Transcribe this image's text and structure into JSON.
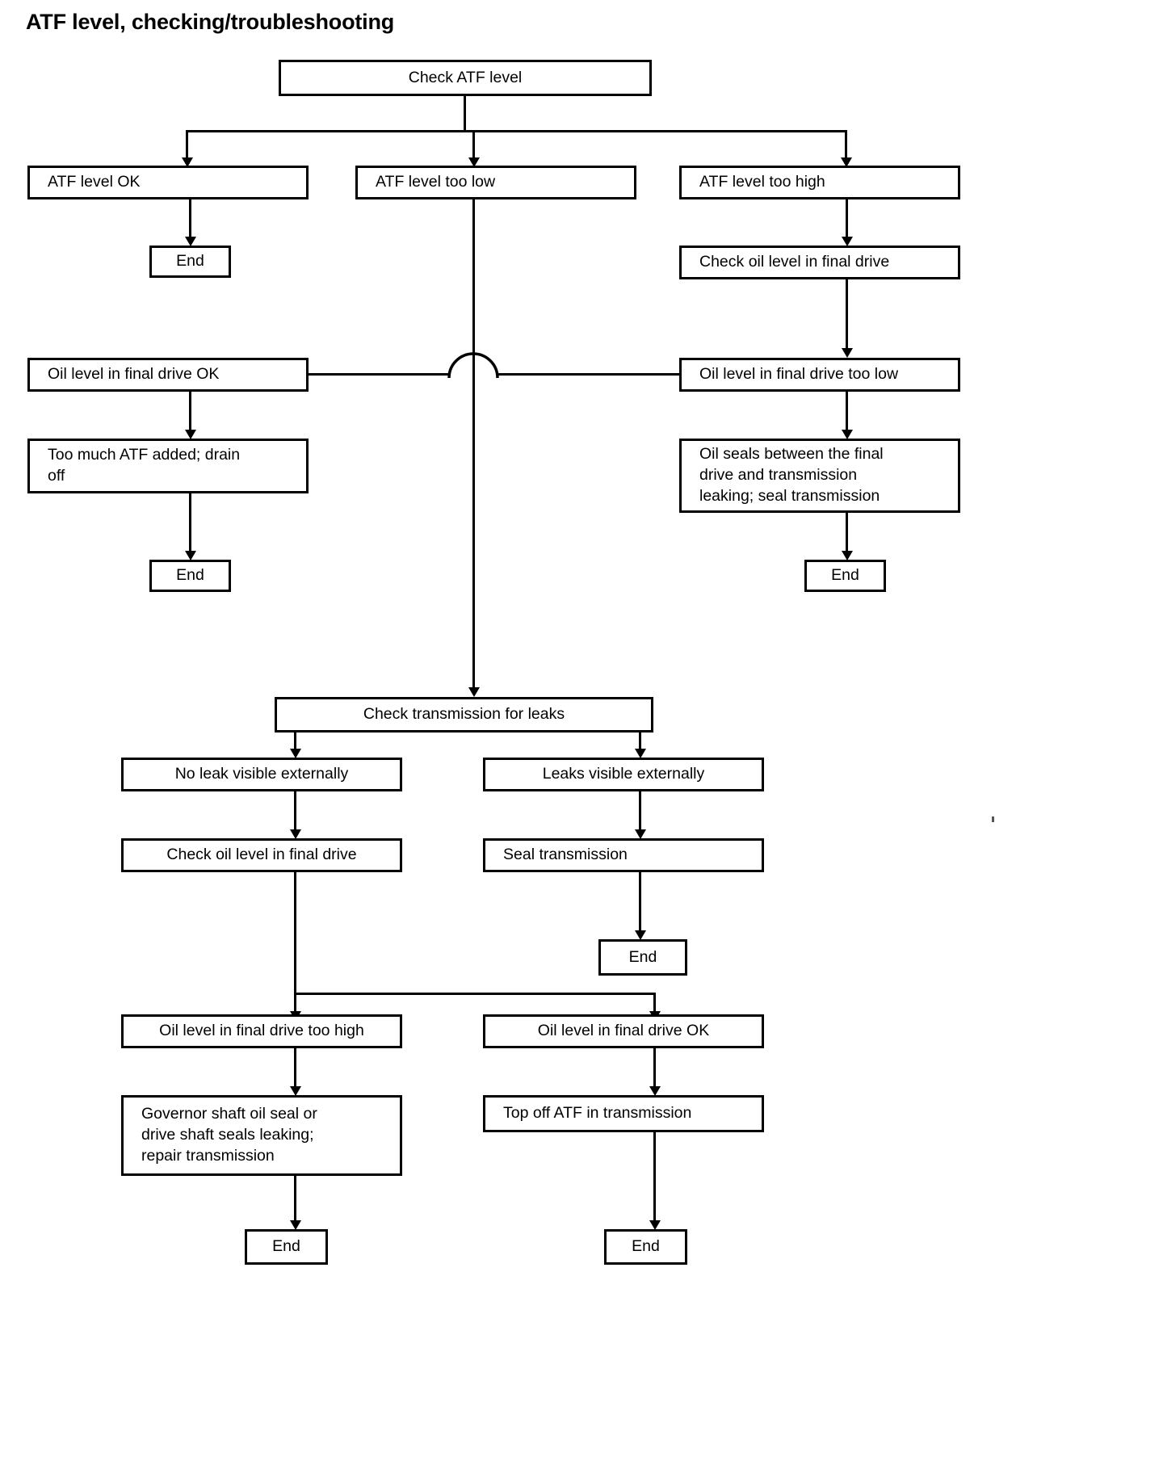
{
  "document": {
    "title": "ATF level, checking/troubleshooting",
    "type": "flowchart",
    "ink_color": "#000000",
    "background_color": "#ffffff"
  },
  "nodes": {
    "start": {
      "label": "Check  ATF level"
    },
    "branch_ok": {
      "label": "ATF level OK"
    },
    "branch_low": {
      "label": "ATF level too low"
    },
    "branch_high": {
      "label": "ATF level too high"
    },
    "end_ok": {
      "label": "End"
    },
    "check_fd_high": {
      "label": "Check oil level in final drive"
    },
    "fd_ok": {
      "label": "Oil level in final drive OK"
    },
    "fd_too_low": {
      "label": "Oil level in final drive too low"
    },
    "too_much_atf": {
      "label": "Too much ATF added; drain\noff"
    },
    "oil_seals": {
      "label": "Oil seals between the final\ndrive and transmission\nleaking; seal transmission"
    },
    "end_drain": {
      "label": "End"
    },
    "end_seals": {
      "label": "End"
    },
    "check_leaks": {
      "label": "Check transmission for leaks"
    },
    "no_leak": {
      "label": "No leak visible externally"
    },
    "leaks_visible": {
      "label": "Leaks visible externally"
    },
    "check_fd_low": {
      "label": "Check oil level in final drive"
    },
    "seal_transmission": {
      "label": "Seal transmission"
    },
    "end_seal_trans": {
      "label": "End"
    },
    "fd_too_high": {
      "label": "Oil level in final drive  too high"
    },
    "fd_ok_2": {
      "label": "Oil level in final drive OK"
    },
    "governor": {
      "label": "Governor shaft oil seal or\ndrive shaft seals leaking;\nrepair transmission"
    },
    "top_off": {
      "label": "Top off ATF in transmission"
    },
    "end_governor": {
      "label": "End"
    },
    "end_topoff": {
      "label": "End"
    }
  },
  "edges": [
    {
      "from": "start",
      "to": "branch_ok"
    },
    {
      "from": "start",
      "to": "branch_low"
    },
    {
      "from": "start",
      "to": "branch_high"
    },
    {
      "from": "branch_ok",
      "to": "end_ok"
    },
    {
      "from": "branch_high",
      "to": "check_fd_high"
    },
    {
      "from": "check_fd_high",
      "to": "fd_too_low"
    },
    {
      "from": "fd_too_low",
      "to": "fd_ok",
      "style": "horizontal-with-hop"
    },
    {
      "from": "fd_ok",
      "to": "too_much_atf"
    },
    {
      "from": "too_much_atf",
      "to": "end_drain"
    },
    {
      "from": "fd_too_low",
      "to": "oil_seals"
    },
    {
      "from": "oil_seals",
      "to": "end_seals"
    },
    {
      "from": "branch_low",
      "to": "check_leaks"
    },
    {
      "from": "check_leaks",
      "to": "no_leak"
    },
    {
      "from": "check_leaks",
      "to": "leaks_visible"
    },
    {
      "from": "no_leak",
      "to": "check_fd_low"
    },
    {
      "from": "leaks_visible",
      "to": "seal_transmission"
    },
    {
      "from": "seal_transmission",
      "to": "end_seal_trans"
    },
    {
      "from": "check_fd_low",
      "to": "fd_too_high"
    },
    {
      "from": "check_fd_low",
      "to": "fd_ok_2"
    },
    {
      "from": "fd_too_high",
      "to": "governor"
    },
    {
      "from": "fd_ok_2",
      "to": "top_off"
    },
    {
      "from": "governor",
      "to": "end_governor"
    },
    {
      "from": "top_off",
      "to": "end_topoff"
    }
  ]
}
